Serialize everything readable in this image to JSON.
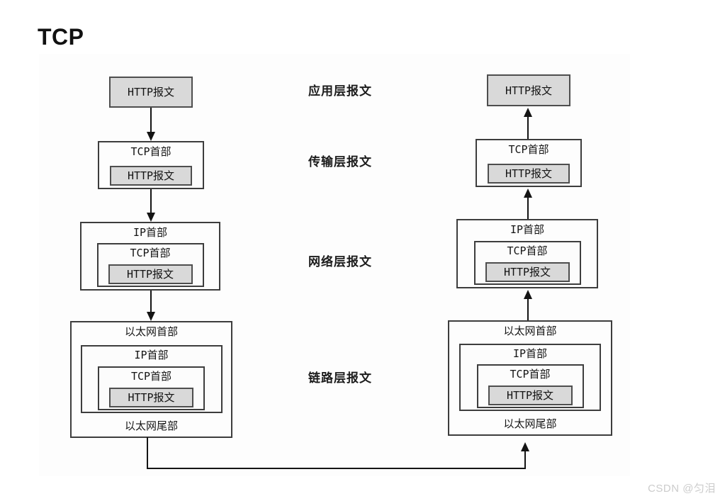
{
  "page": {
    "title": "TCP",
    "watermark": "CSDN @匀泪"
  },
  "box_labels": {
    "http": "HTTP报文",
    "tcp_header": "TCP首部",
    "ip_header": "IP首部",
    "ethernet_header": "以太网首部",
    "ethernet_trailer": "以太网尾部"
  },
  "layer_labels": {
    "application": "应用层报文",
    "transport": "传输层报文",
    "network": "网络层报文",
    "link": "链路层报文"
  },
  "colors": {
    "gray_box_fill": "#d9d9d9",
    "box_border": "#3d3d3d",
    "arrow": "#141414",
    "panel_background": "#fdfdfd",
    "watermark": "#cccccc",
    "text": "#141414"
  }
}
